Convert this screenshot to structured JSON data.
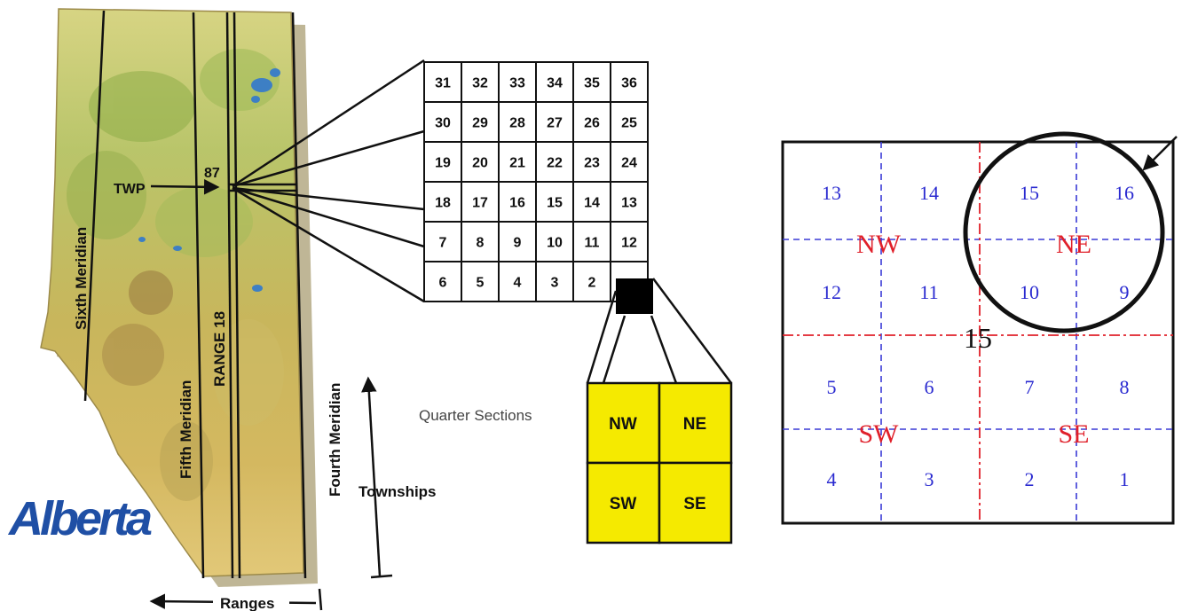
{
  "province_map": {
    "logo_text": "Alberta",
    "meridians": [
      "Sixth Meridian",
      "Fifth Meridian",
      "Fourth Meridian"
    ],
    "range_label": "RANGE 18",
    "twp_label": "TWP",
    "twp_number": "87",
    "townships_label": "Townships",
    "ranges_label": "Ranges"
  },
  "township_grid": {
    "rows": [
      [
        "31",
        "32",
        "33",
        "34",
        "35",
        "36"
      ],
      [
        "30",
        "29",
        "28",
        "27",
        "26",
        "25"
      ],
      [
        "19",
        "20",
        "21",
        "22",
        "23",
        "24"
      ],
      [
        "18",
        "17",
        "16",
        "15",
        "14",
        "13"
      ],
      [
        "7",
        "8",
        "9",
        "10",
        "11",
        "12"
      ],
      [
        "6",
        "5",
        "4",
        "3",
        "2",
        ""
      ]
    ]
  },
  "quarter_sections": {
    "label": "Quarter Sections",
    "cells": [
      "NW",
      "NE",
      "SW",
      "SE"
    ],
    "fill_color": "#f5ea00"
  },
  "section_detail": {
    "section_number": "15",
    "lsd_rows": [
      [
        "13",
        "14",
        "15",
        "16"
      ],
      [
        "12",
        "11",
        "10",
        "9"
      ],
      [
        "5",
        "6",
        "7",
        "8"
      ],
      [
        "4",
        "3",
        "2",
        "1"
      ]
    ],
    "quarters": [
      "NW",
      "NE",
      "SW",
      "SE"
    ],
    "lsd_color": "#2a2ad0",
    "quarter_color": "#e0202a"
  }
}
